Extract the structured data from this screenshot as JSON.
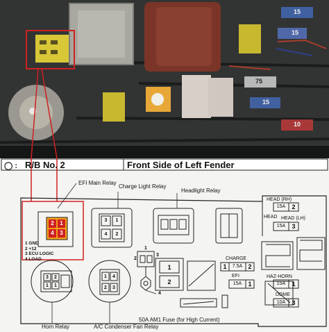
{
  "photo": {
    "fuse_values": [
      "15",
      "15",
      "75",
      "15",
      "10"
    ]
  },
  "header": {
    "symbol": "◯ :",
    "title": "R/B No. 2",
    "subtitle": "Front Side of Left Fender"
  },
  "relays": {
    "efi_main": "EFI Main Relay",
    "charge_light": "Charge Light Relay",
    "headlight": "Headlight Relay",
    "horn": "Horn Relay",
    "ac_condenser_fan": "A/C Condenser Fan Relay"
  },
  "legend": [
    "1 GND",
    "2 +12",
    "3 ECU LOGIC",
    "4 LOAD"
  ],
  "fuses": {
    "am1_note": "50A AM1 Fuse (for High Current)",
    "head_rh": {
      "label": "HEAD (RH)",
      "amp": "15A",
      "num": "2"
    },
    "head_lh": {
      "label": "HEAD (LH)",
      "amp": "15A",
      "num": "3"
    },
    "head": "HEAD",
    "charge": {
      "label": "CHARGE",
      "num": "1",
      "amp": "7.5A",
      "num2": "2"
    },
    "efi": {
      "label": "EFI",
      "amp": "15A",
      "num": "1"
    },
    "haz_horn": {
      "label": "HAZ-HORN",
      "amp": "15A",
      "num": "1"
    },
    "dome": {
      "label": "DOME",
      "amp": "10A",
      "num": "3"
    }
  },
  "pins": {
    "efi_main": [
      "2",
      "1",
      "4",
      "3"
    ],
    "charge_light": [
      "3",
      "1",
      "4",
      "2"
    ],
    "horn": [
      "3",
      "2",
      "1",
      "1"
    ],
    "ac_fan": [
      "1",
      "4",
      "2",
      "3"
    ],
    "am1": [
      "1",
      "2"
    ],
    "center_relay": [
      "1",
      "2",
      "3",
      "4"
    ]
  }
}
